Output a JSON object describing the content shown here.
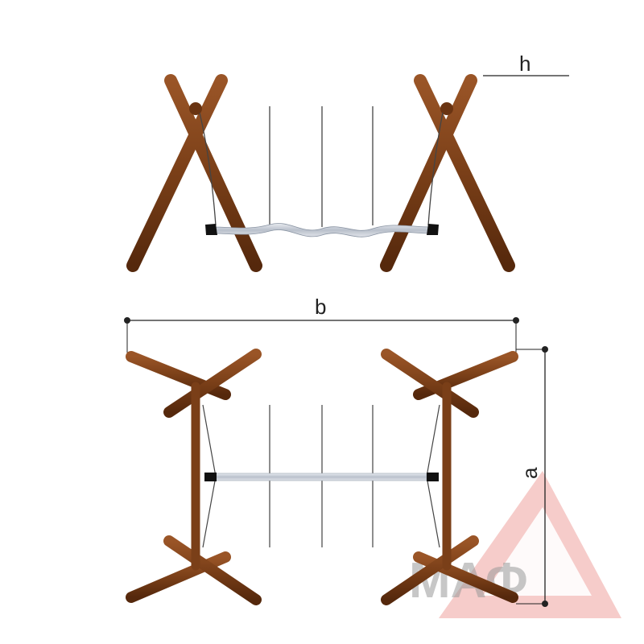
{
  "dimensions": {
    "height_label": "h",
    "width_label": "b",
    "depth_label": "a"
  },
  "watermark": {
    "text": "МАФ",
    "color": "#f2b7b3"
  },
  "colors": {
    "wood": "#7a3f18",
    "wood_dark": "#5a2c0f",
    "rope": "#444444",
    "seat": "#c9ced6",
    "seat_end": "#111111",
    "dimension_line": "#222222"
  }
}
